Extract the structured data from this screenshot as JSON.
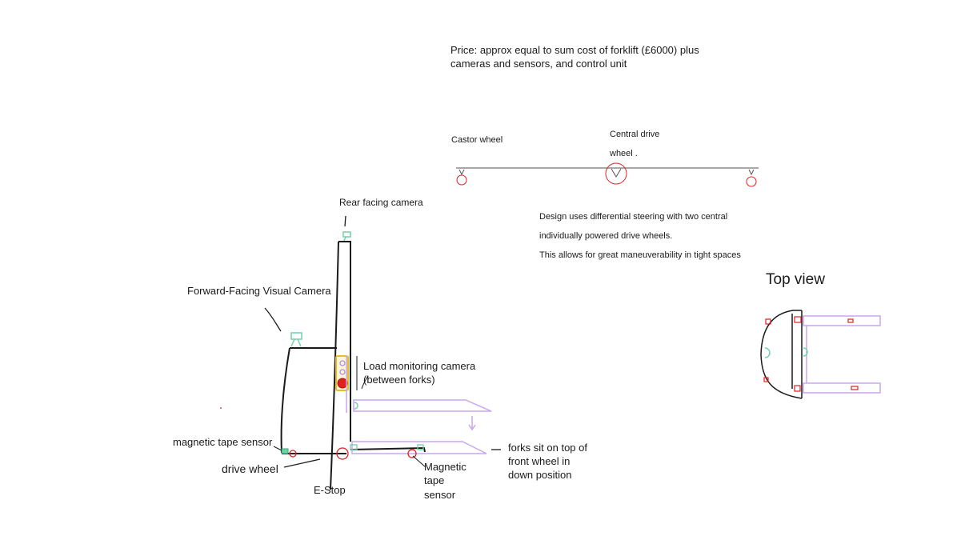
{
  "price_note": {
    "line1": "Price: approx equal to sum cost of forklift (£6000) plus",
    "line2": "cameras and sensors, and control unit"
  },
  "wheel_diagram": {
    "castor_label": "Castor wheel",
    "drive_label_line1": "Central drive",
    "drive_label_line2": "wheel ."
  },
  "design_note": {
    "line1": "Design uses differential steering with two central",
    "line2": "individually powered drive wheels.",
    "line3": "This allows for great maneuverability in tight spaces"
  },
  "top_view_title": "Top view",
  "side_view_labels": {
    "rear_camera": "Rear facing camera",
    "forward_camera": "Forward-Facing Visual Camera",
    "load_camera_line1": "Load monitoring camera",
    "load_camera_line2": "(between forks)",
    "mag_tape_sensor_rear": "magnetic tape sensor",
    "drive_wheel": "drive wheel",
    "estop": "E-Stop",
    "mag_tape_front_line1": "Magnetic",
    "mag_tape_front_line2": "tape",
    "mag_tape_front_line3": "sensor",
    "forks_line1": "forks sit on top of",
    "forks_line2": "front wheel in",
    "forks_line3": "down position"
  },
  "colors": {
    "outline": "#1a1a1a",
    "component_red": "#e02020",
    "fork_purple": "#c9a6ee",
    "camera_green": "#6fd2a8",
    "panel_yellow": "#e8c020",
    "axle_grey": "#a8a8a8"
  }
}
